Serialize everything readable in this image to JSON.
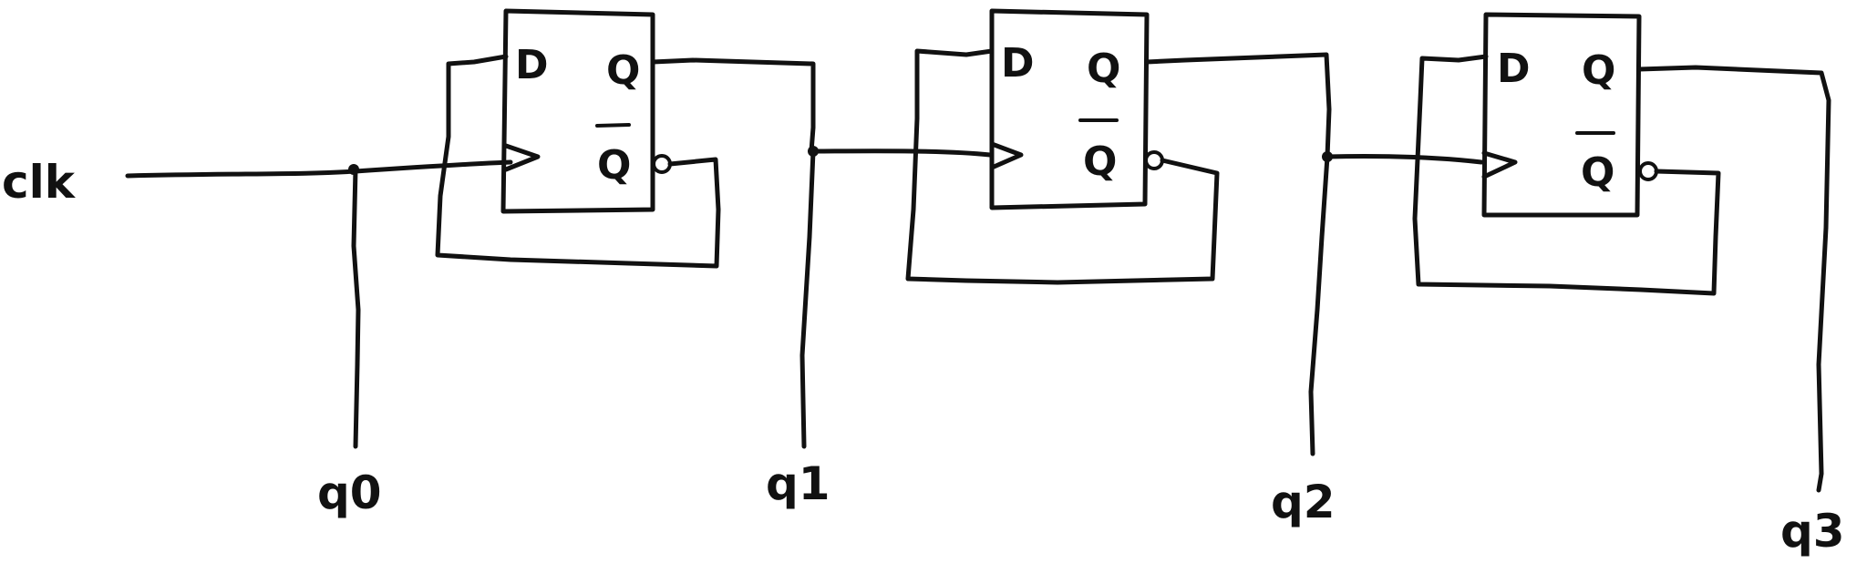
{
  "diagram": {
    "clock_label": "clk",
    "pin_d": "D",
    "pin_q": "Q",
    "pin_qbar": "Q",
    "output_labels": [
      "q0",
      "q1",
      "q2",
      "q3"
    ]
  }
}
